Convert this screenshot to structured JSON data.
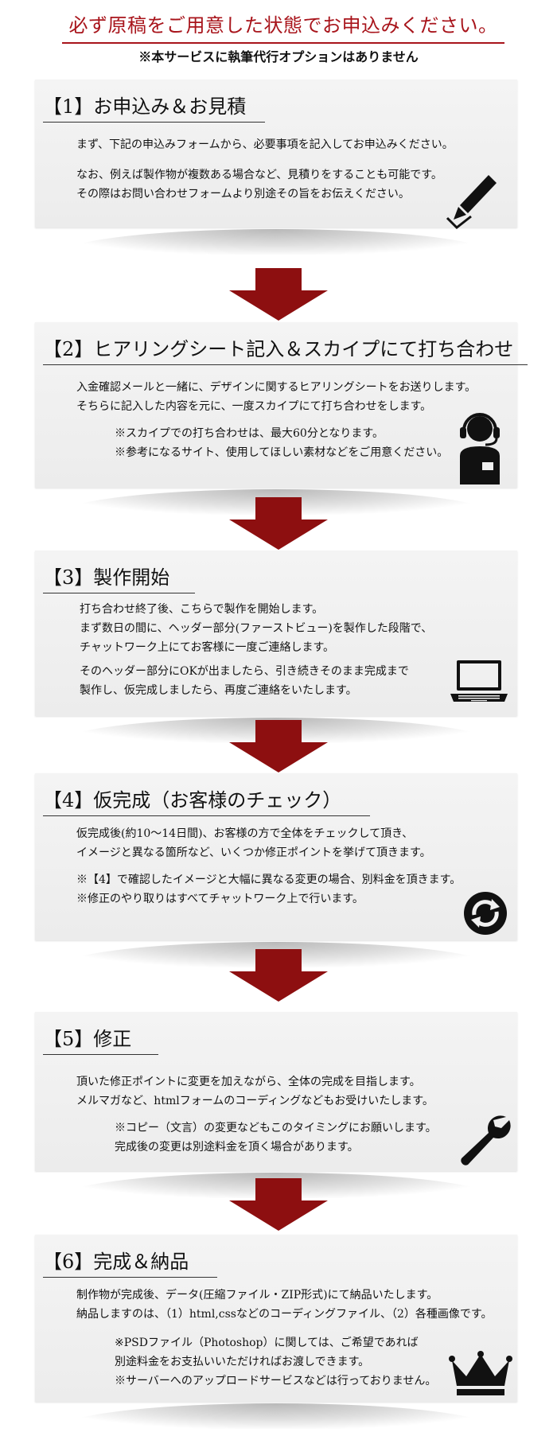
{
  "header": {
    "title": "必ず原稿をご用意した状態でお申込みください。",
    "note": "※本サービスに執筆代行オプションはありません"
  },
  "colors": {
    "accent": "#a8141b",
    "arrow": "#8d0f10",
    "card": "#f0f0f0"
  },
  "steps": [
    {
      "title": "【1】お申込み＆お見積",
      "icon": "pen-check-icon",
      "paragraphs": [
        [
          "まず、下記の申込みフォームから、必要事項を記入してお申込みください。"
        ],
        [
          "なお、例えば製作物が複数ある場合など、見積りをすることも可能です。",
          "その際はお問い合わせフォームより別途その旨をお伝えください。"
        ]
      ]
    },
    {
      "title": "【2】ヒアリングシート記入＆スカイプにて打ち合わせ",
      "icon": "headset-operator-icon",
      "paragraphs": [
        [
          "入金確認メールと一緒に、デザインに関するヒアリングシートをお送りします。",
          "そちらに記入した内容を元に、一度スカイプにて打ち合わせをします。"
        ],
        [
          "※スカイプでの打ち合わせは、最大60分となります。",
          "※参考になるサイト、使用してほしい素材などをご用意ください。"
        ]
      ]
    },
    {
      "title": "【3】製作開始",
      "icon": "laptop-icon",
      "paragraphs": [
        [
          "打ち合わせ終了後、こちらで製作を開始します。",
          "まず数日の間に、ヘッダー部分(ファーストビュー)を製作した段階で、",
          "チャットワーク上にてお客様に一度ご連絡します。"
        ],
        [
          "そのヘッダー部分にOKが出ましたら、引き続きそのまま完成まで",
          "製作し、仮完成しましたら、再度ご連絡をいたします。"
        ]
      ]
    },
    {
      "title": "【4】仮完成（お客様のチェック）",
      "icon": "refresh-icon",
      "paragraphs": [
        [
          "仮完成後(約10～14日間)、お客様の方で全体をチェックして頂き、",
          "イメージと異なる箇所など、いくつか修正ポイントを挙げて頂きます。"
        ],
        [
          "※【4】で確認したイメージと大幅に異なる変更の場合、別料金を頂きます。",
          "※修正のやり取りはすべてチャットワーク上で行います。"
        ]
      ]
    },
    {
      "title": "【5】修正",
      "icon": "wrench-icon",
      "paragraphs": [
        [
          "頂いた修正ポイントに変更を加えながら、全体の完成を目指します。",
          "メルマガなど、htmlフォームのコーディングなどもお受けいたします。"
        ],
        [
          "※コピー（文言）の変更などもこのタイミングにお願いします。",
          "完成後の変更は別途料金を頂く場合があります。"
        ]
      ]
    },
    {
      "title": "【6】完成＆納品",
      "icon": "crown-icon",
      "paragraphs": [
        [
          "制作物が完成後、データ(圧縮ファイル・ZIP形式)にて納品いたします。",
          "納品しますのは、（1）html,cssなどのコーディングファイル、（2）各種画像です。"
        ],
        [
          "※PSDファイル（Photoshop）に関しては、ご希望であれば",
          "別途料金をお支払いいただければお渡しできます。",
          "※サーバーへのアップロードサービスなどは行っておりません。"
        ]
      ]
    }
  ]
}
